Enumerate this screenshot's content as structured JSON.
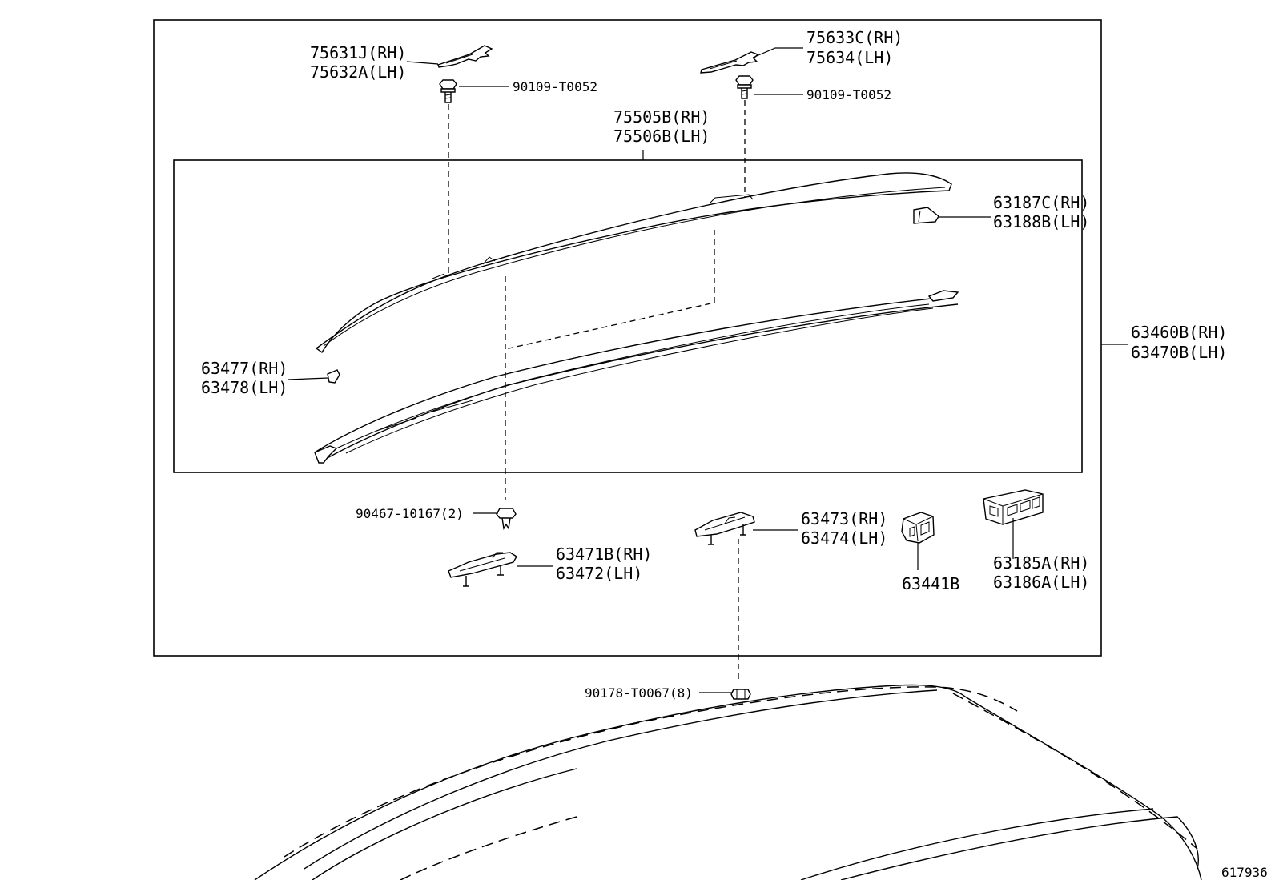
{
  "diagram_id": "617936",
  "callouts": {
    "c75631": {
      "line1": "75631J(RH)",
      "line2": "75632A(LH)"
    },
    "c75633": {
      "line1": "75633C(RH)",
      "line2": "75634(LH)"
    },
    "bolt_left": "90109-T0052",
    "bolt_right": "90109-T0052",
    "c75505": {
      "line1": "75505B(RH)",
      "line2": "75506B(LH)"
    },
    "c63187": {
      "line1": "63187C(RH)",
      "line2": "63188B(LH)"
    },
    "c63477": {
      "line1": "63477(RH)",
      "line2": "63478(LH)"
    },
    "c63460": {
      "line1": "63460B(RH)",
      "line2": "63470B(LH)"
    },
    "clip": "90467-10167(2)",
    "c63473": {
      "line1": "63473(RH)",
      "line2": "63474(LH)"
    },
    "c63471": {
      "line1": "63471B(RH)",
      "line2": "63472(LH)"
    },
    "c63441": "63441B",
    "c63185": {
      "line1": "63185A(RH)",
      "line2": "63186A(LH)"
    },
    "nut": "90178-T0067(8)"
  }
}
